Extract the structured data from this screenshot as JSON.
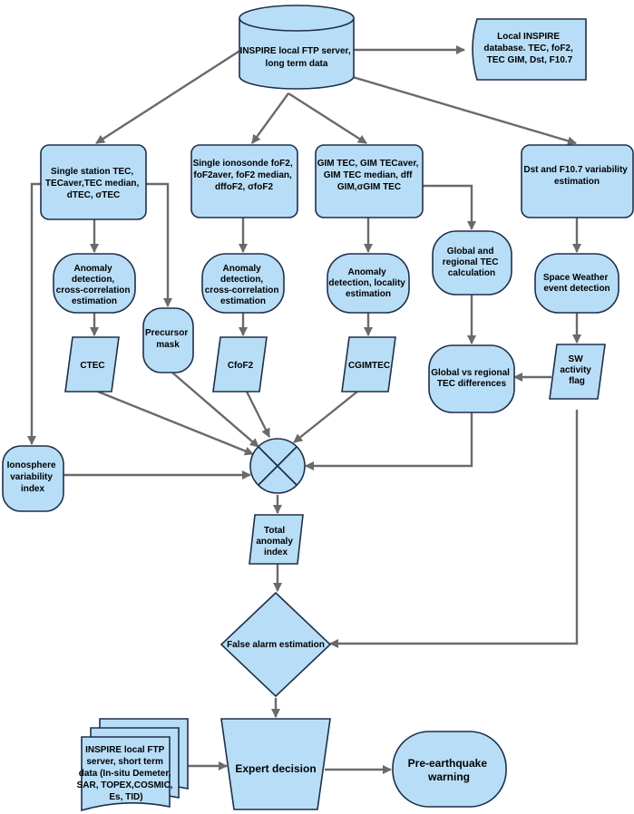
{
  "nodes": {
    "ftp_server": [
      "INSPIRE local FTP server,",
      "long term data"
    ],
    "local_db": [
      "Local INSPIRE",
      "database.   TEC, foF2,",
      "TEC GIM, Dst, F10.7"
    ],
    "single_tec": [
      "Single station TEC,",
      "TECaver,TEC median,",
      "dTEC, σTEC"
    ],
    "single_fof2": [
      "Single ionosonde foF2,",
      "foF2aver, foF2 median,",
      "dffoF2, σfoF2"
    ],
    "gim_tec": [
      "GIM TEC, GIM TECaver,",
      "GIM TEC median, dff",
      "GIM,σGIM TEC"
    ],
    "dst_f107": [
      "Dst and F10.7 variability",
      "estimation"
    ],
    "anomaly_cc1": [
      "Anomaly",
      "detection,",
      "cross-correlation",
      "estimation"
    ],
    "precursor_mask": [
      "Precursor",
      "mask"
    ],
    "anomaly_cc2": [
      "Anomaly",
      "detection,",
      "cross-correlation",
      "estimation"
    ],
    "anomaly_loc": [
      "Anomaly",
      "detection, locality",
      "estimation"
    ],
    "global_regional_calc": [
      "Global and",
      "regional TEC",
      "calculation"
    ],
    "sw_detection": [
      "Space Weather",
      "event detection"
    ],
    "ctec": [
      "CTEC"
    ],
    "cfof2": [
      "CfoF2"
    ],
    "cgimtec": [
      "CGIMTEC"
    ],
    "global_vs_regional": [
      "Global vs regional",
      "TEC differences"
    ],
    "sw_flag": [
      "SW",
      "activity",
      "flag"
    ],
    "iono_index": [
      "Ionosphere",
      "variability",
      "index"
    ],
    "total_anomaly": [
      "Total",
      "anomaly",
      "index"
    ],
    "false_alarm": [
      "False alarm estimation"
    ],
    "short_term": [
      "INSPIRE local FTP",
      "server, short term",
      "data (In-situ Demeter,",
      "SAR, TOPEX,COSMIC,",
      "Es, TID)"
    ],
    "expert": [
      "Expert decision"
    ],
    "warning": [
      "Pre-earthquake",
      "warning"
    ]
  }
}
